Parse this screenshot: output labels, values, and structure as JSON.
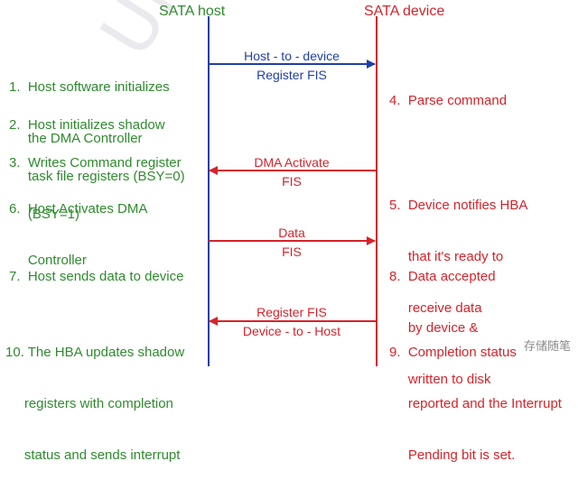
{
  "header": {
    "host": "SATA host",
    "device": "SATA device"
  },
  "watermark": "UnRegis",
  "corner_mark": "存储随笔",
  "host_steps": [
    {
      "line1": "1.  Host software initializes",
      "line2": "     the DMA Controller"
    },
    {
      "line1": "2.  Host initializes shadow",
      "line2": "     task file registers (BSY=0)"
    },
    {
      "line1": "3.  Writes Command register",
      "line2": "     (BSY=1)"
    },
    {
      "line1": "6.  Host Activates DMA",
      "line2": "     Controller"
    },
    {
      "line1": "7.  Host sends data to device",
      "line2": ""
    },
    {
      "line1": "10. The HBA updates shadow",
      "line2": "     registers with completion",
      "line3": "     status and sends interrupt"
    }
  ],
  "device_steps": [
    {
      "line1": "4.  Parse command"
    },
    {
      "line1": "5.  Device notifies HBA",
      "line2": "     that it's ready to",
      "line3": "     receive data"
    },
    {
      "line1": "8.  Data accepted",
      "line2": "     by device &",
      "line3": "     written to disk"
    },
    {
      "line1": "9.  Completion status",
      "line2": "     reported and the Interrupt",
      "line3": "     Pending bit is set."
    }
  ],
  "arrows": [
    {
      "label1": "Host - to - device",
      "label2": "Register FIS",
      "direction": "to-device",
      "color": "#1f3fa8"
    },
    {
      "label1": "DMA Activate",
      "label2": "FIS",
      "direction": "to-host",
      "color": "#d6232a"
    },
    {
      "label1": "Data",
      "label2": "FIS",
      "direction": "to-device",
      "color": "#d6232a"
    },
    {
      "label1": "Register FIS",
      "label2": "Device - to - Host",
      "direction": "to-host",
      "color": "#d6232a"
    }
  ],
  "colors": {
    "host_text": "#2e8b2e",
    "device_text": "#d6232a",
    "host_line": "#1f3fa8",
    "device_line": "#d6232a"
  }
}
